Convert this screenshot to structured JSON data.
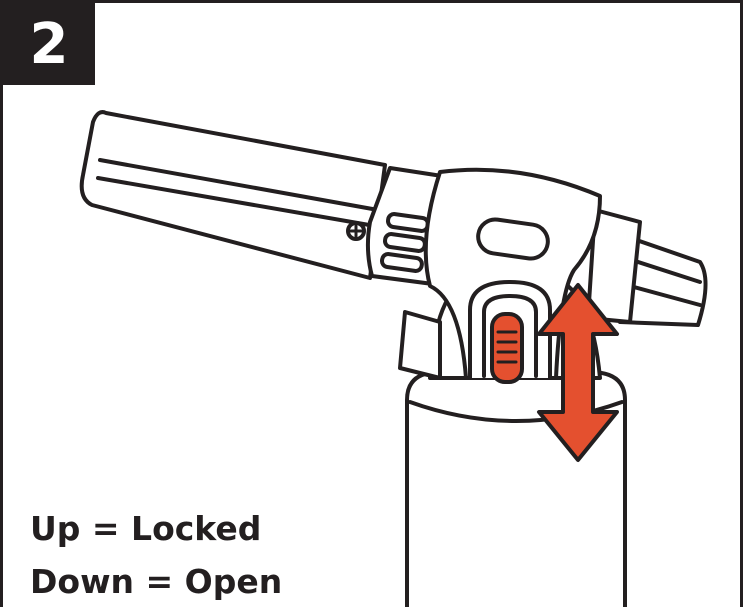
{
  "step": {
    "number": "2"
  },
  "captions": {
    "locked": "Up = Locked",
    "open": "Down = Open"
  },
  "colors": {
    "accent": "#e4502f",
    "ink": "#231f20",
    "background": "#ffffff"
  },
  "icons": {
    "arrow": "double-vertical-arrow-icon",
    "slider": "lock-slider"
  }
}
